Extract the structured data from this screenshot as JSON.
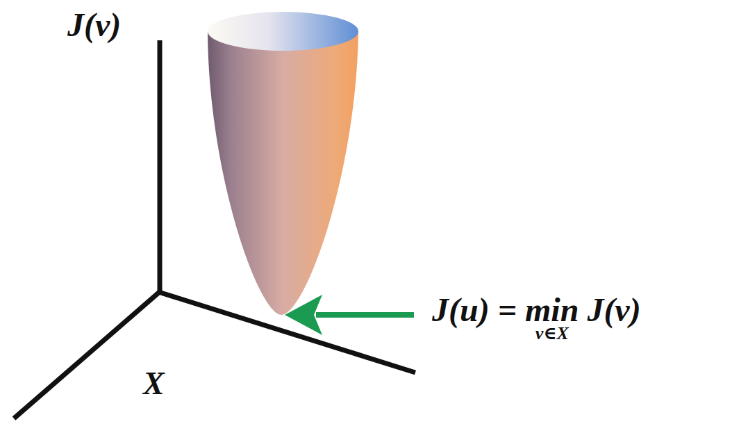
{
  "diagram": {
    "labels": [
      "J(v)",
      "X",
      "J(u) = min J(v)",
      "v∈X"
    ]
  }
}
